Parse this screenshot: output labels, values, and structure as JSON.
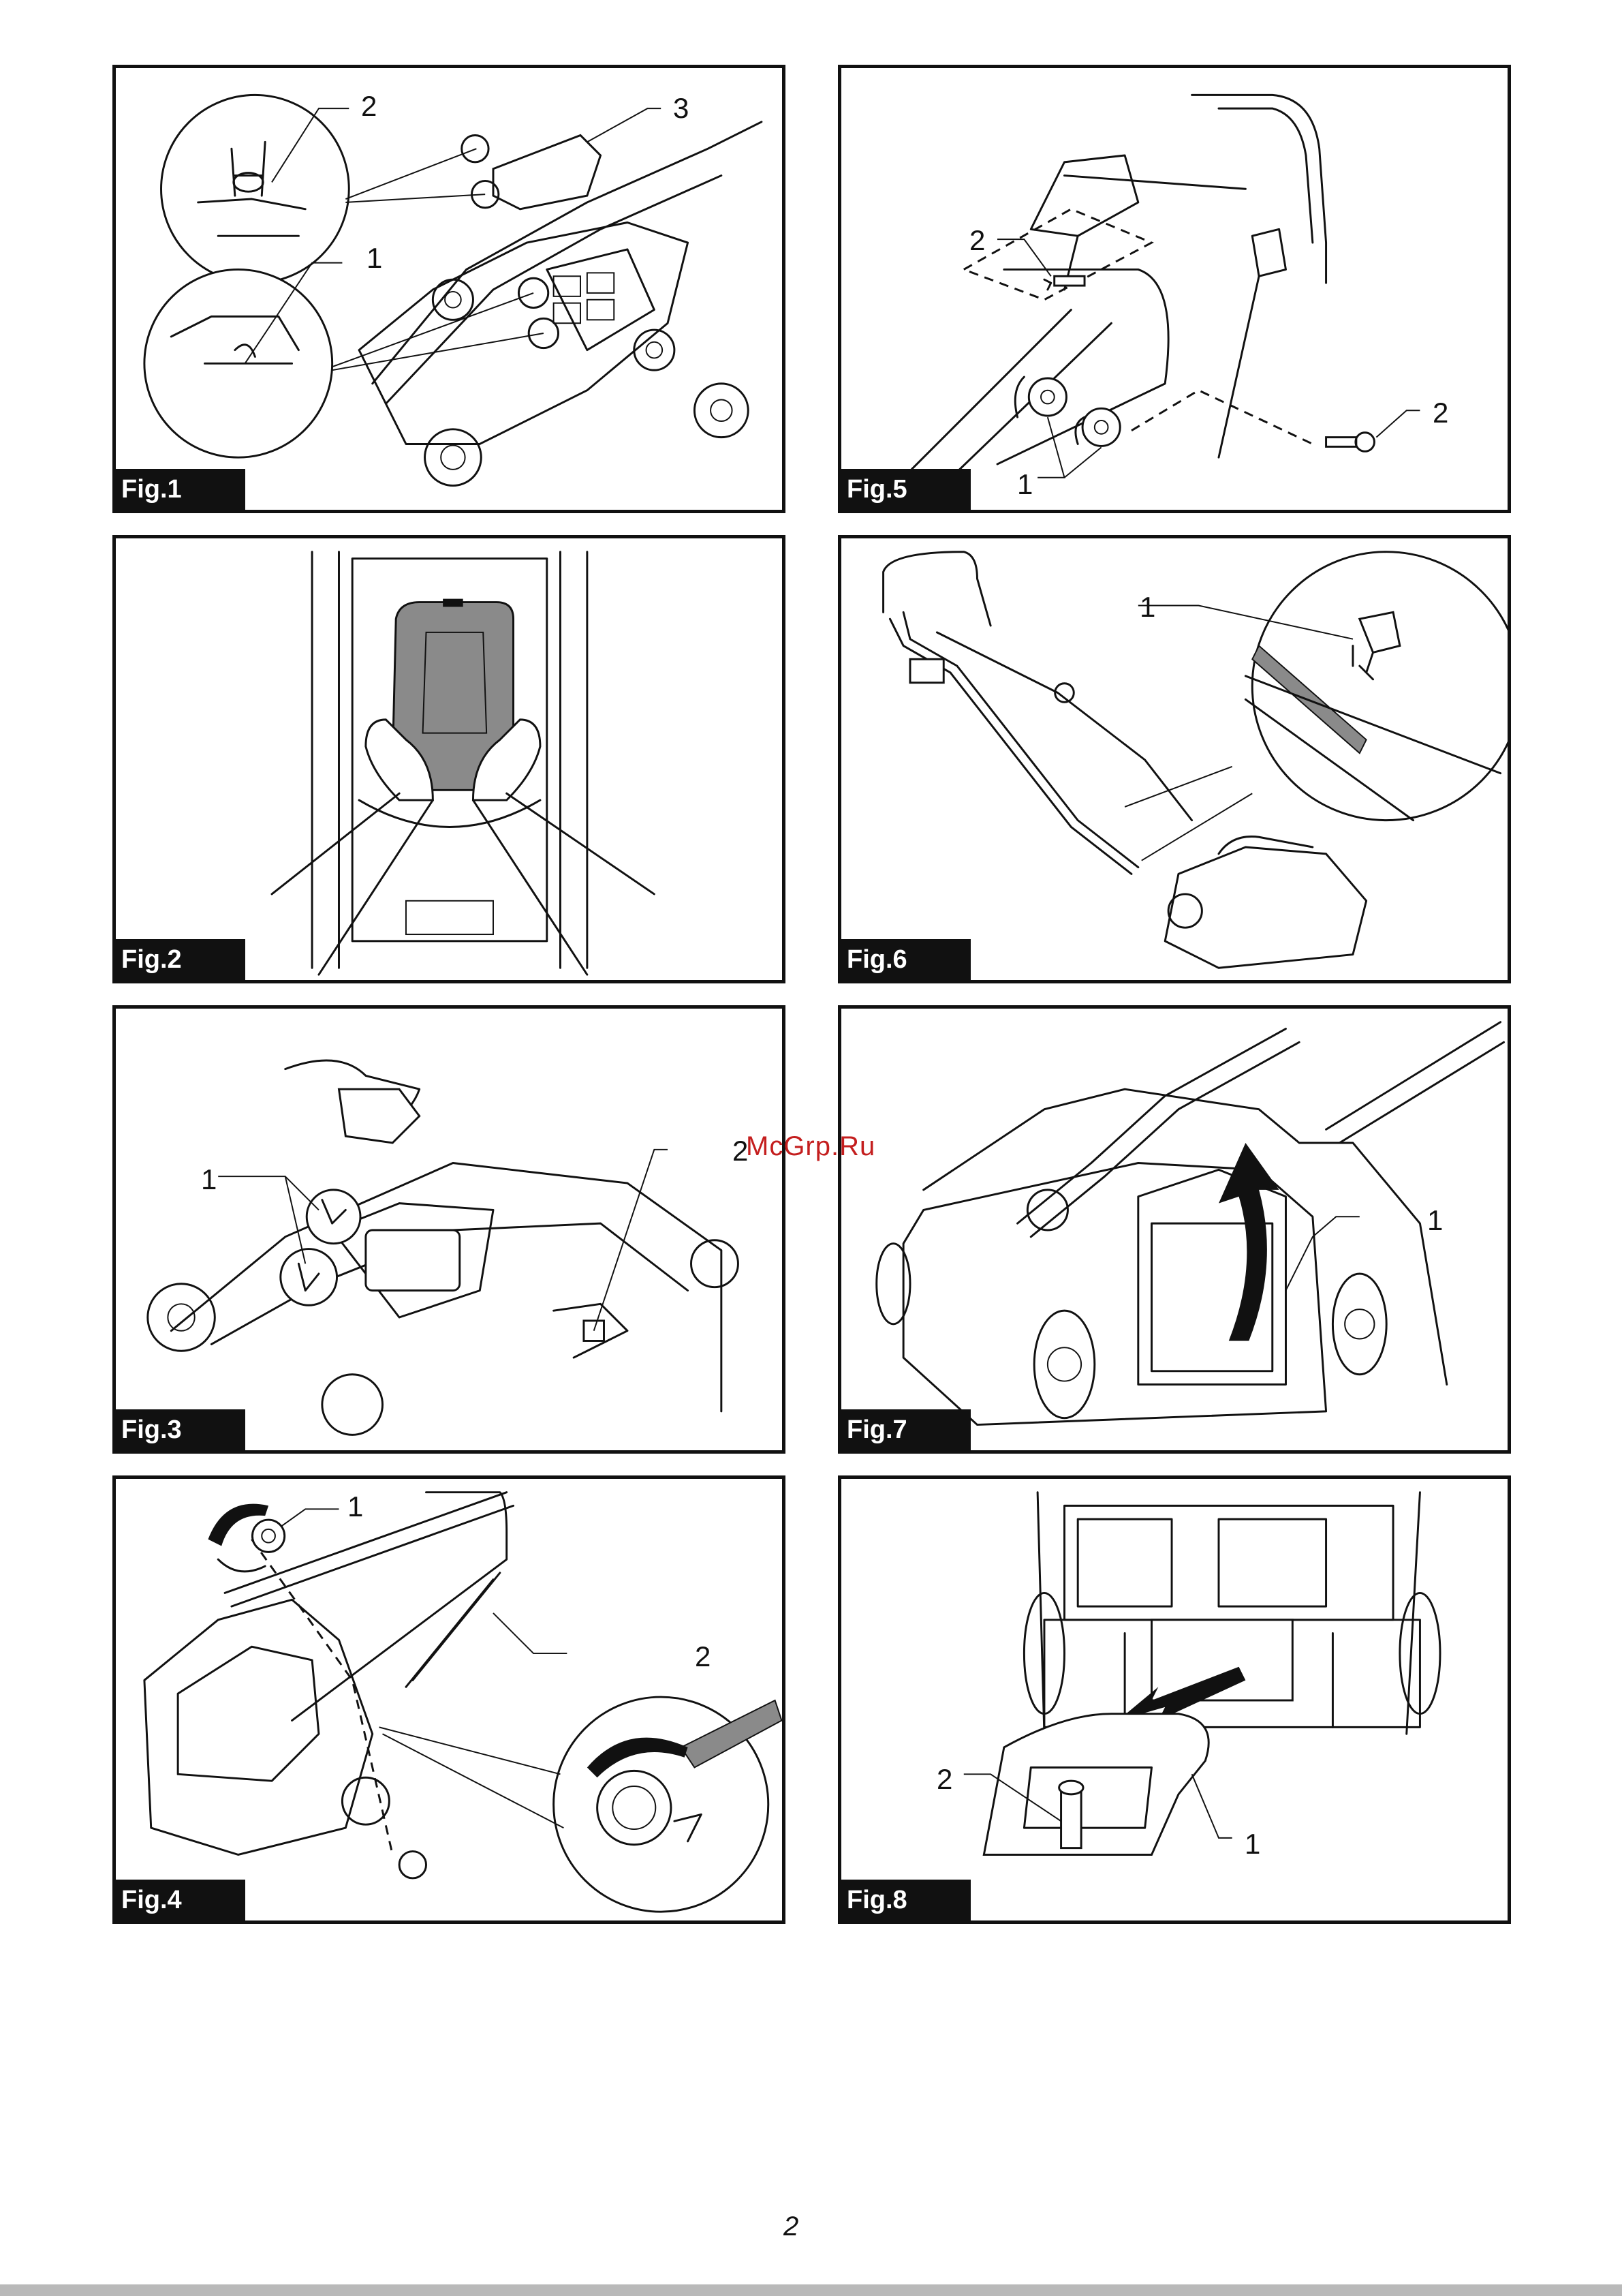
{
  "watermark": "McGrp.Ru",
  "page_number": "2",
  "figures": [
    {
      "label": "Fig.1",
      "callouts": [
        "1",
        "2",
        "3"
      ]
    },
    {
      "label": "Fig.2",
      "callouts": []
    },
    {
      "label": "Fig.3",
      "callouts": [
        "1",
        "2"
      ]
    },
    {
      "label": "Fig.4",
      "callouts": [
        "1",
        "2"
      ]
    },
    {
      "label": "Fig.5",
      "callouts": [
        "2",
        "2",
        "1"
      ]
    },
    {
      "label": "Fig.6",
      "callouts": [
        "1"
      ]
    },
    {
      "label": "Fig.7",
      "callouts": [
        "1"
      ]
    },
    {
      "label": "Fig.8",
      "callouts": [
        "2",
        "1"
      ]
    }
  ]
}
